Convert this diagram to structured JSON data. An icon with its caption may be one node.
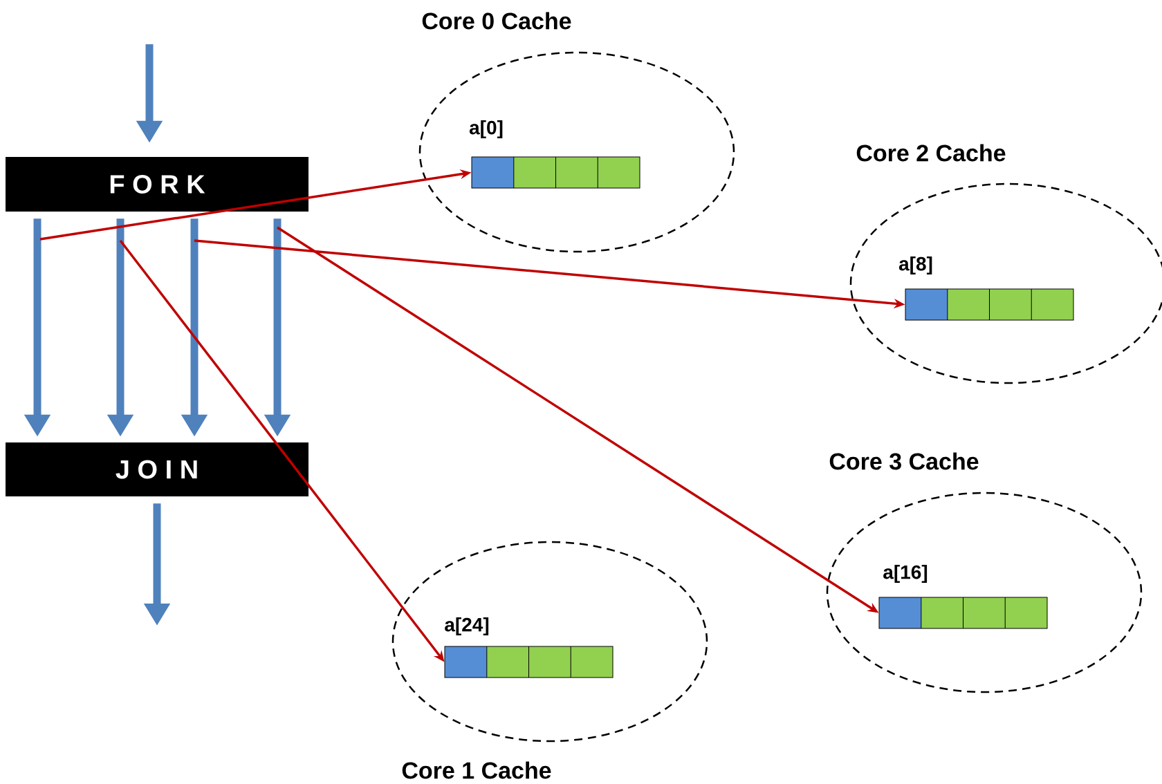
{
  "diagram": {
    "nodes": [
      {
        "text": [
          "F O R K"
        ]
      },
      {
        "text": [
          "Core 0 Cache"
        ]
      },
      {
        "text": [
          "a[0]"
        ],
        "in": 1
      },
      {
        "text": [
          "Core 2 Cache"
        ]
      },
      {
        "text": [
          "a[8]"
        ],
        "in": 3
      },
      {
        "text": [
          "J O I N"
        ]
      },
      {
        "text": [
          "Core 3 Cache"
        ]
      },
      {
        "text": [
          "a[16]"
        ],
        "in": 6
      },
      {
        "text": [
          "Core 1 Cache"
        ]
      },
      {
        "text": [
          "a[24]"
        ],
        "in": 8
      }
    ],
    "edges": [
      {
        "from": null,
        "to": 0,
        "arrow": "to",
        "color": "#4f81bd"
      },
      {
        "from": 0,
        "to": 5,
        "arrow": "to",
        "color": "#4f81bd"
      },
      {
        "from": 0,
        "to": 5,
        "arrow": "to",
        "color": "#4f81bd"
      },
      {
        "from": 0,
        "to": 5,
        "arrow": "to",
        "color": "#4f81bd"
      },
      {
        "from": 0,
        "to": 5,
        "arrow": "to",
        "color": "#4f81bd"
      },
      {
        "from": 5,
        "to": null,
        "arrow": "to",
        "color": "#4f81bd"
      },
      {
        "from": null,
        "to": 2,
        "arrow": "to",
        "color": "#c00000"
      },
      {
        "from": null,
        "to": 9,
        "arrow": "to",
        "color": "#c00000"
      },
      {
        "from": null,
        "to": 4,
        "arrow": "to",
        "color": "#c00000"
      },
      {
        "from": null,
        "to": 7,
        "arrow": "to",
        "color": "#c00000"
      }
    ]
  }
}
